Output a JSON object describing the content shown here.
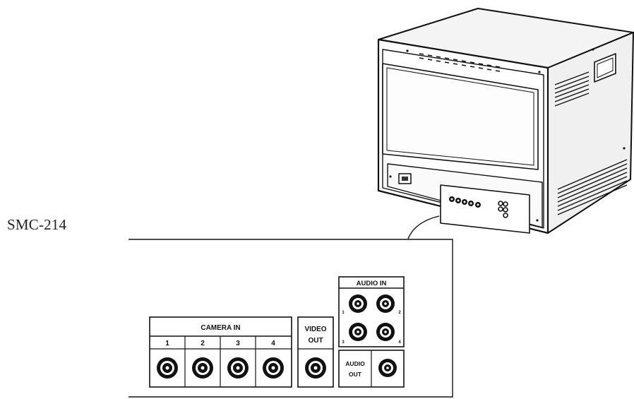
{
  "model": "SMC-214",
  "panel": {
    "camera_in": {
      "label": "CAMERA IN",
      "inputs": [
        "1",
        "2",
        "3",
        "4"
      ]
    },
    "video_out": {
      "line1": "VIDEO",
      "line2": "OUT"
    },
    "audio_in": {
      "label": "AUDIO IN",
      "inputs": [
        "1",
        "2",
        "3",
        "4"
      ]
    },
    "audio_out": {
      "line1": "AUDIO",
      "line2": "OUT"
    }
  }
}
